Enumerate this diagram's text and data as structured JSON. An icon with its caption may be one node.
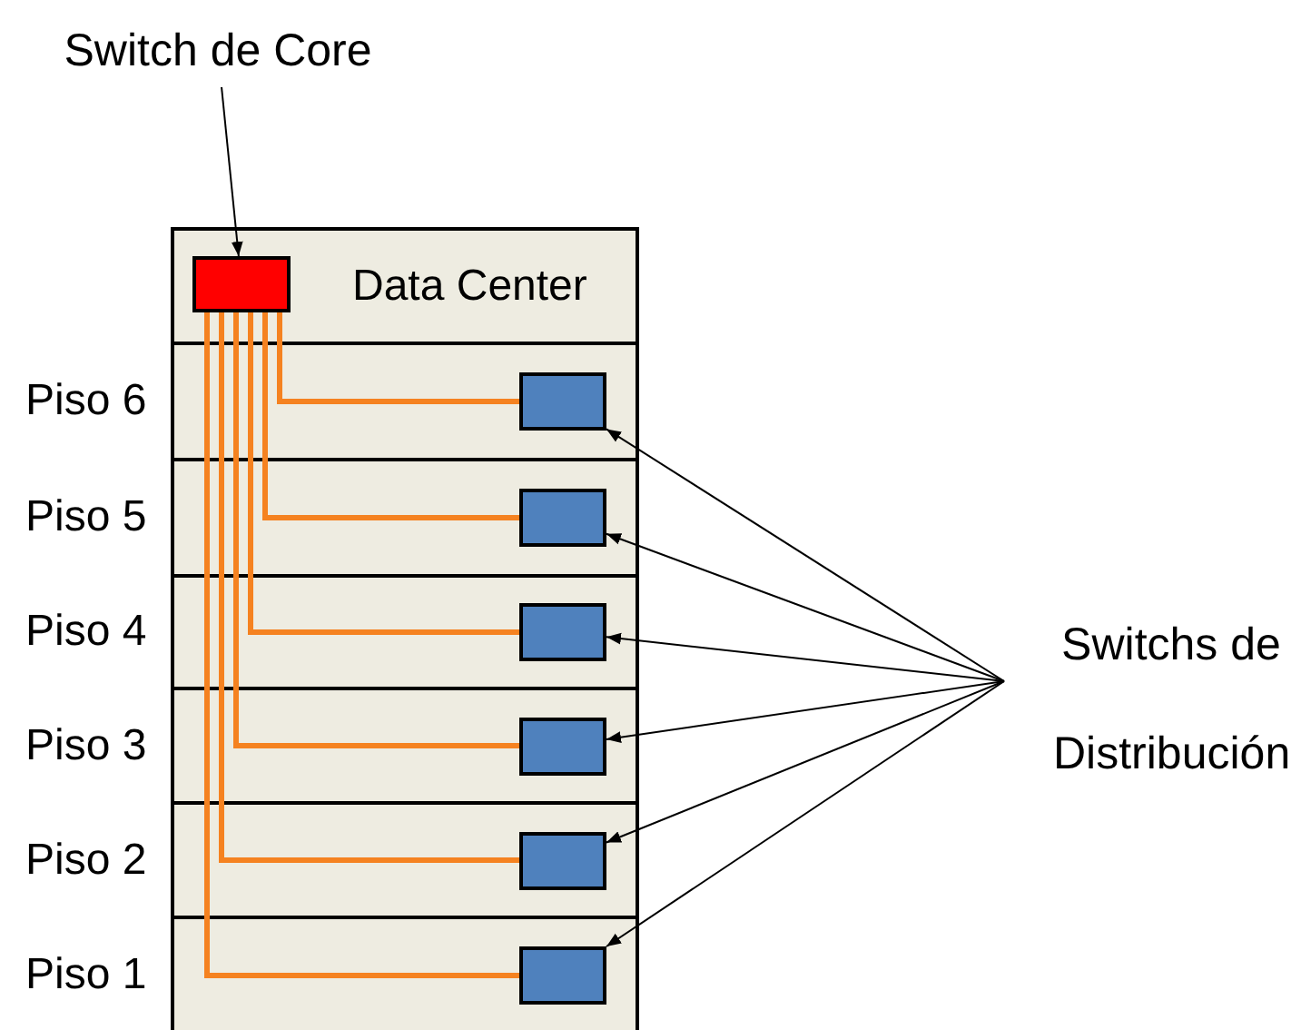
{
  "diagram": {
    "nodes": [
      {
        "text": [
          "Switch de Core"
        ]
      },
      {
        "text": [
          "Data Center"
        ]
      },
      {
        "text": [],
        "shape": "box",
        "in": 1
      },
      {
        "text": [
          "Piso 6"
        ]
      },
      {
        "text": [],
        "shape": "box",
        "in": 3
      },
      {
        "text": [
          "Piso 5"
        ]
      },
      {
        "text": [],
        "shape": "box",
        "in": 5
      },
      {
        "text": [
          "Piso 4"
        ]
      },
      {
        "text": [],
        "shape": "box",
        "in": 7
      },
      {
        "text": [
          "Piso 3"
        ]
      },
      {
        "text": [],
        "shape": "box",
        "in": 9
      },
      {
        "text": [
          "Piso 2"
        ]
      },
      {
        "text": [],
        "shape": "box",
        "in": 11
      },
      {
        "text": [
          "Piso 1"
        ]
      },
      {
        "text": [],
        "shape": "box",
        "in": 13
      },
      {
        "text": [
          "Switchs de Distribución"
        ]
      }
    ],
    "edges": [
      {
        "from": 0,
        "to": 2,
        "arrow": "to"
      },
      {
        "from": 2,
        "to": 4,
        "arrow": "none",
        "color": "#f58220",
        "style": "thick"
      },
      {
        "from": 2,
        "to": 6,
        "arrow": "none",
        "color": "#f58220",
        "style": "thick"
      },
      {
        "from": 2,
        "to": 8,
        "arrow": "none",
        "color": "#f58220",
        "style": "thick"
      },
      {
        "from": 2,
        "to": 10,
        "arrow": "none",
        "color": "#f58220",
        "style": "thick"
      },
      {
        "from": 2,
        "to": 12,
        "arrow": "none",
        "color": "#f58220",
        "style": "thick"
      },
      {
        "from": 2,
        "to": 14,
        "arrow": "none",
        "color": "#f58220",
        "style": "thick"
      },
      {
        "from": 15,
        "to": 4,
        "arrow": "to"
      },
      {
        "from": 15,
        "to": 6,
        "arrow": "to"
      },
      {
        "from": 15,
        "to": 8,
        "arrow": "to"
      },
      {
        "from": 15,
        "to": 10,
        "arrow": "to"
      },
      {
        "from": 15,
        "to": 12,
        "arrow": "to"
      },
      {
        "from": 15,
        "to": 14,
        "arrow": "to"
      }
    ]
  }
}
